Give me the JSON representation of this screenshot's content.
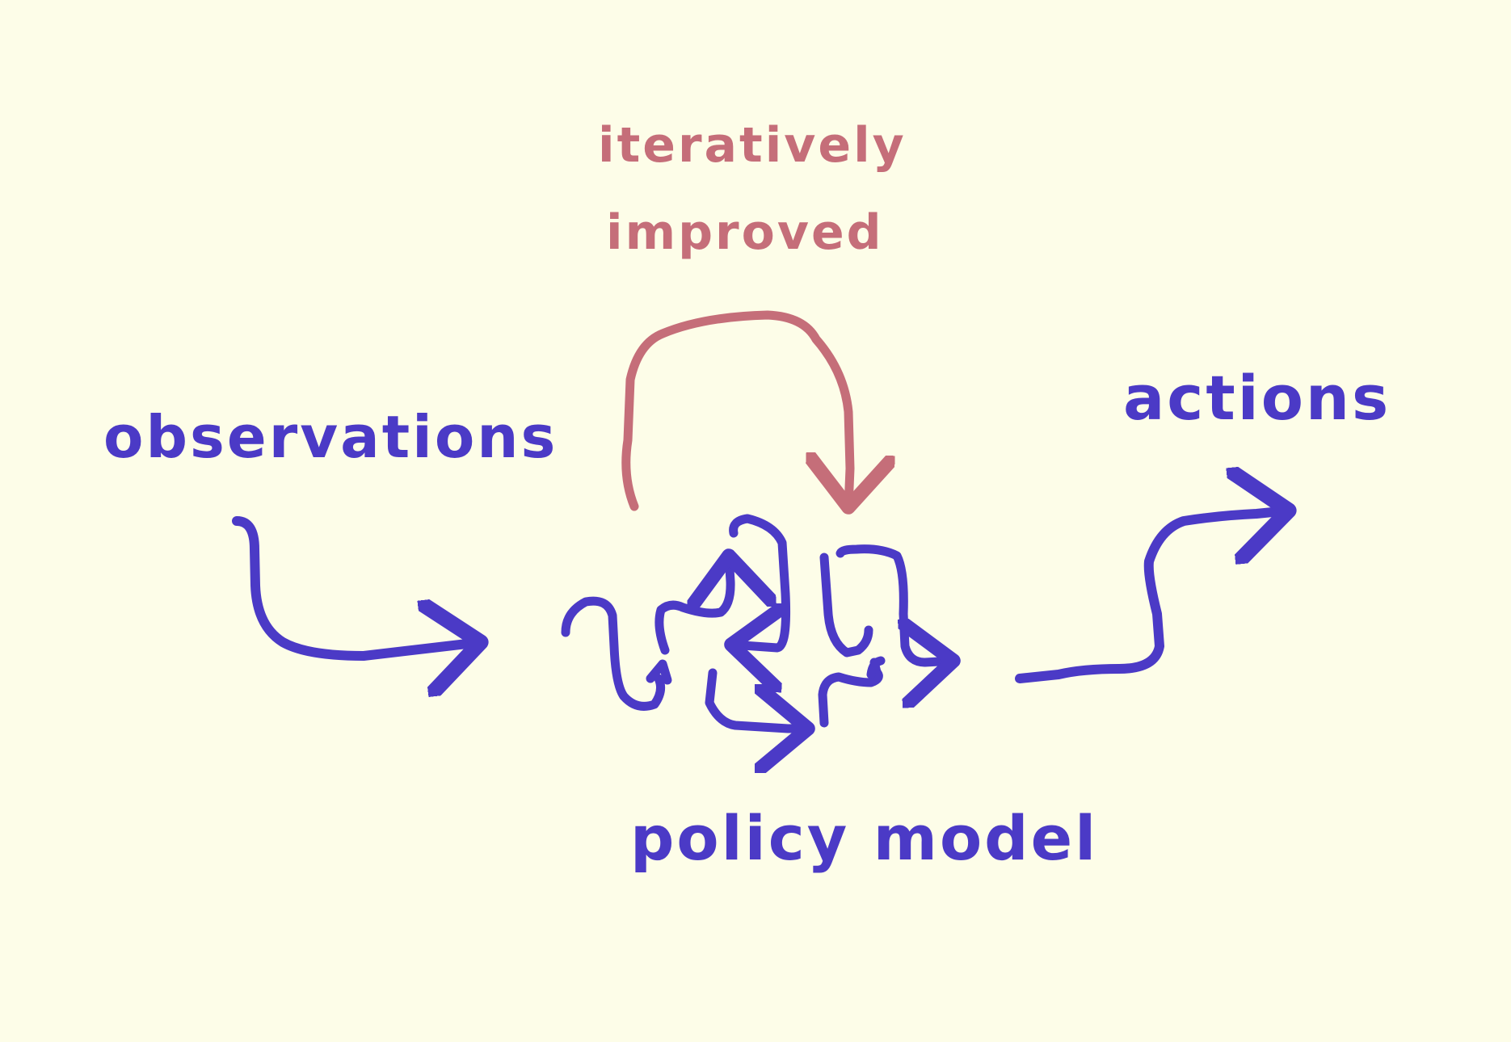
{
  "diagram": {
    "input_label": "observations",
    "output_label": "actions",
    "feedback_label_line1": "iteratively",
    "feedback_label_line2": "improved",
    "model_label": "policy model",
    "colors": {
      "main": "#4b3ac6",
      "feedback": "#c56e79",
      "background": "#fdfde8"
    }
  }
}
